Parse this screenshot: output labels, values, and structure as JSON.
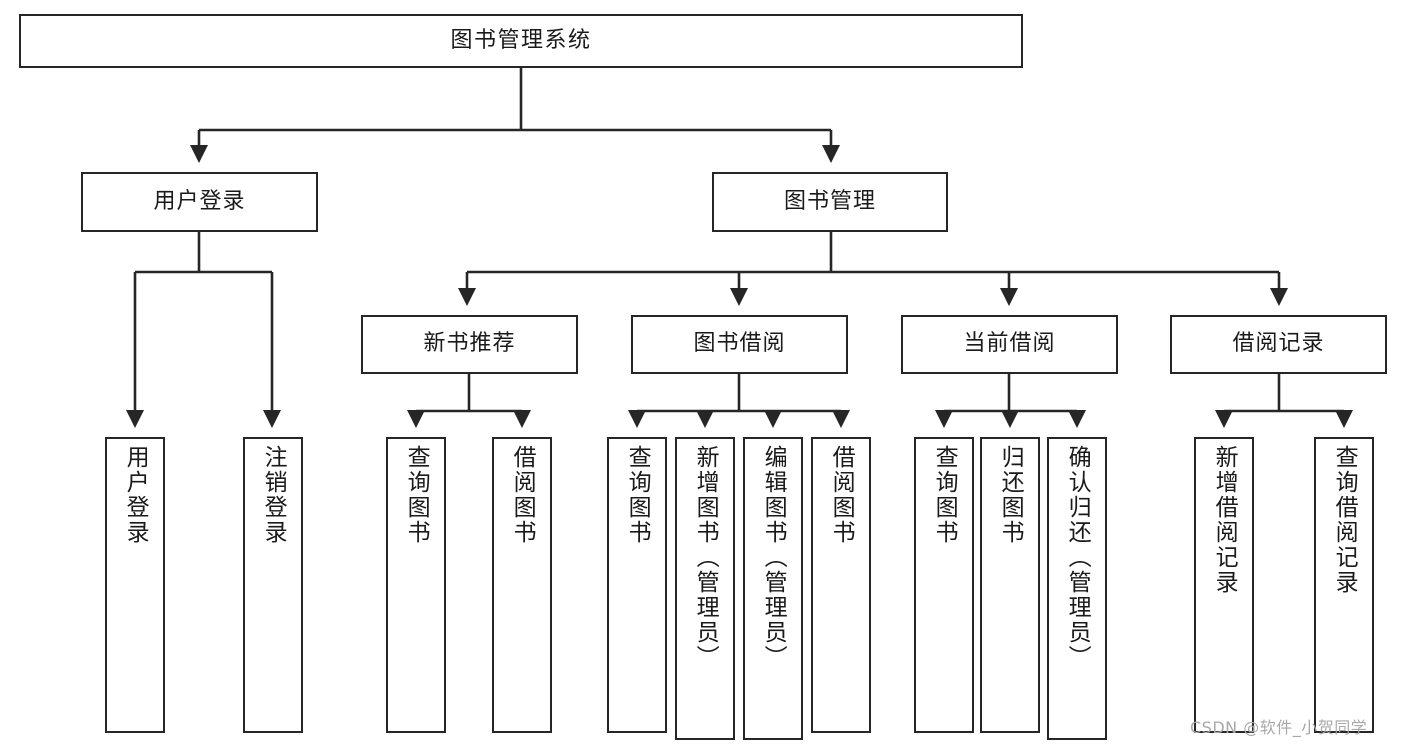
{
  "diagram": {
    "type": "tree",
    "title": "图书管理系统",
    "orientation": "top-down",
    "colors": {
      "node_border": "#262626",
      "node_fill": "#ffffff",
      "edge": "#262626",
      "text": "#1a1a1a",
      "watermark": "#a8a8a8",
      "background": "#ffffff"
    },
    "nodes": {
      "root": {
        "label": "图书管理系统"
      },
      "level2": [
        {
          "id": "user-login",
          "label": "用户登录"
        },
        {
          "id": "book-manage",
          "label": "图书管理"
        }
      ],
      "level3": [
        {
          "id": "new-book-rec",
          "label": "新书推荐"
        },
        {
          "id": "book-borrow",
          "label": "图书借阅"
        },
        {
          "id": "current-borrow",
          "label": "当前借阅"
        },
        {
          "id": "borrow-record",
          "label": "借阅记录"
        }
      ],
      "leaves": {
        "user-login": [
          {
            "id": "leaf-user-login",
            "label": "用户登录"
          },
          {
            "id": "leaf-logout",
            "label": "注销登录"
          }
        ],
        "new-book-rec": [
          {
            "id": "leaf-query-book-1",
            "label": "查询图书"
          },
          {
            "id": "leaf-borrow-book-1",
            "label": "借阅图书"
          }
        ],
        "book-borrow": [
          {
            "id": "leaf-query-book-2",
            "label": "查询图书"
          },
          {
            "id": "leaf-add-book",
            "label": "新增图书（管理员）"
          },
          {
            "id": "leaf-edit-book",
            "label": "编辑图书（管理员）"
          },
          {
            "id": "leaf-borrow-book-2",
            "label": "借阅图书"
          }
        ],
        "current-borrow": [
          {
            "id": "leaf-query-book-3",
            "label": "查询图书"
          },
          {
            "id": "leaf-return-book",
            "label": "归还图书"
          },
          {
            "id": "leaf-confirm-return",
            "label": "确认归还（管理员）"
          }
        ],
        "borrow-record": [
          {
            "id": "leaf-add-record",
            "label": "新增借阅记录"
          },
          {
            "id": "leaf-query-record",
            "label": "查询借阅记录"
          }
        ]
      }
    },
    "watermark": "CSDN @软件_小贺同学"
  }
}
